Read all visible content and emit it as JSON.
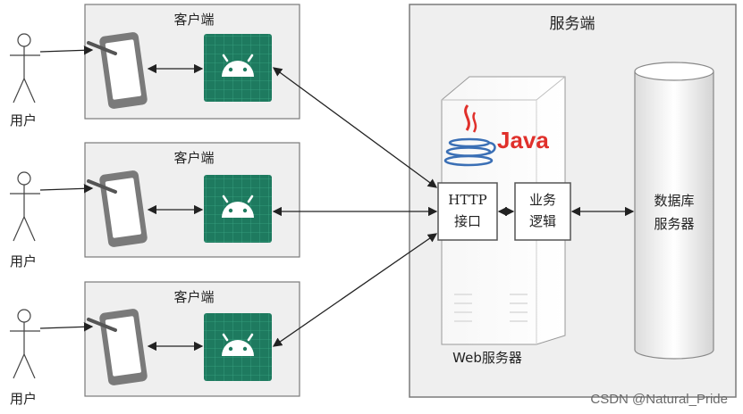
{
  "users": [
    {
      "label": "用户"
    },
    {
      "label": "用户"
    },
    {
      "label": "用户"
    }
  ],
  "clients": [
    {
      "title": "客户端"
    },
    {
      "title": "客户端"
    },
    {
      "title": "客户端"
    }
  ],
  "server": {
    "title": "服务端",
    "java_label": "Java",
    "http_interface": {
      "line1": "HTTP",
      "line2": "接口"
    },
    "business_logic": {
      "line1": "业务",
      "line2": "逻辑"
    },
    "web_server_label": "Web服务器",
    "database": {
      "line1": "数据库",
      "line2": "服务器"
    }
  },
  "watermark": "CSDN @Natural_Pride",
  "colors": {
    "android_tile": "#1e7a5f",
    "java_red": "#e0302b",
    "java_blue": "#3a6fb5",
    "panel_fill": "#efefef",
    "panel_stroke": "#7a7a7a"
  }
}
